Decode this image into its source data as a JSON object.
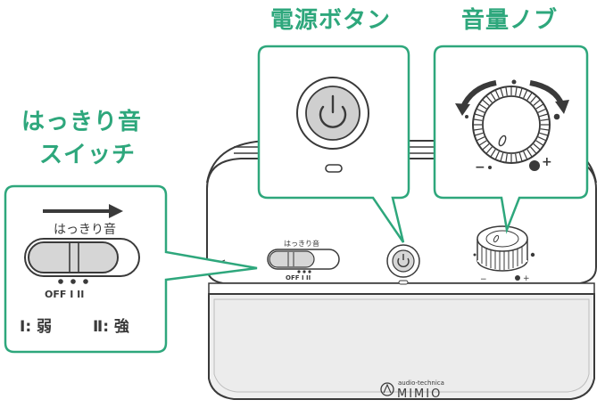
{
  "labels": {
    "power_button": "電源ボタン",
    "volume_knob": "音量ノブ",
    "clarity_switch_line1": "はっきり音",
    "clarity_switch_line2": "スイッチ"
  },
  "switch_callout": {
    "arrow_label": "はっきり音",
    "positions": "OFF  I  II",
    "legend_weak": "Ⅰ: 弱",
    "legend_strong": "Ⅱ: 強"
  },
  "device_switch": {
    "label": "はっきり音",
    "positions": "OFF  I  II"
  },
  "knob_marks": {
    "minus": "−",
    "plus": "+"
  },
  "brand": {
    "top": "audio-technica",
    "name": "MIMIO"
  },
  "colors": {
    "accent": "#2ea77c",
    "outline": "#3a3a3a",
    "button_gray": "#cfcfcf",
    "body_shade": "#f0f0f0"
  }
}
